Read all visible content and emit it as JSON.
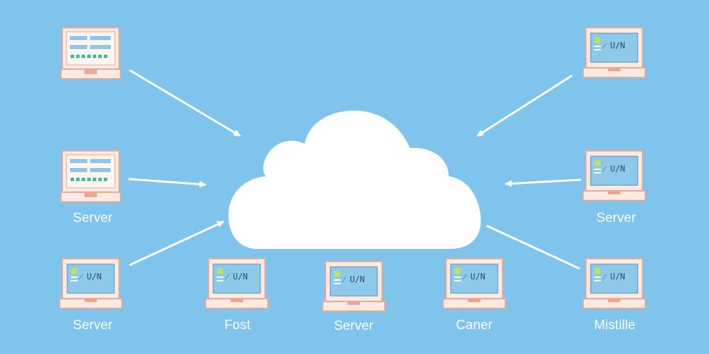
{
  "colors": {
    "background": "#7fc4ec",
    "cloud": "#ffffff",
    "arrow": "#ffffff",
    "device_frame": "#fbe9e3",
    "device_outline": "#e9a893",
    "screen_fill": "#8ec9ea",
    "screen_led": "#bde35a",
    "table_row": "#8ec6e4",
    "table_dots": "#3cbf9a",
    "label_text": "#ffffff"
  },
  "nodes": [
    {
      "id": "top-left",
      "icon": "server-rack-icon",
      "label": ""
    },
    {
      "id": "mid-left",
      "icon": "server-rack-icon",
      "label": "Server"
    },
    {
      "id": "bottom-1",
      "icon": "laptop-icon",
      "screen_text": "⁄ U/N",
      "label": "Server"
    },
    {
      "id": "bottom-2",
      "icon": "laptop-icon",
      "screen_text": "⁄ U/N",
      "label": "Fost"
    },
    {
      "id": "bottom-3",
      "icon": "laptop-icon",
      "screen_text": "⁄ U/N",
      "label": "Server"
    },
    {
      "id": "bottom-4",
      "icon": "laptop-icon",
      "screen_text": "⁄ U/N",
      "label": "Caner"
    },
    {
      "id": "bottom-5",
      "icon": "laptop-icon",
      "screen_text": "⁄ U/N",
      "label": "Mistille"
    },
    {
      "id": "mid-right",
      "icon": "laptop-icon",
      "screen_text": "⁄ U/N",
      "label": "Server"
    },
    {
      "id": "top-right",
      "icon": "laptop-icon",
      "screen_text": "⁄ U/N",
      "label": ""
    }
  ],
  "connections": [
    {
      "from": "top-left",
      "to": "cloud"
    },
    {
      "from": "mid-left",
      "to": "cloud"
    },
    {
      "from": "bottom-1",
      "to": "cloud"
    },
    {
      "from": "top-right",
      "to": "cloud"
    },
    {
      "from": "mid-right",
      "to": "cloud"
    },
    {
      "from": "cloud",
      "to": "bottom-5"
    }
  ]
}
